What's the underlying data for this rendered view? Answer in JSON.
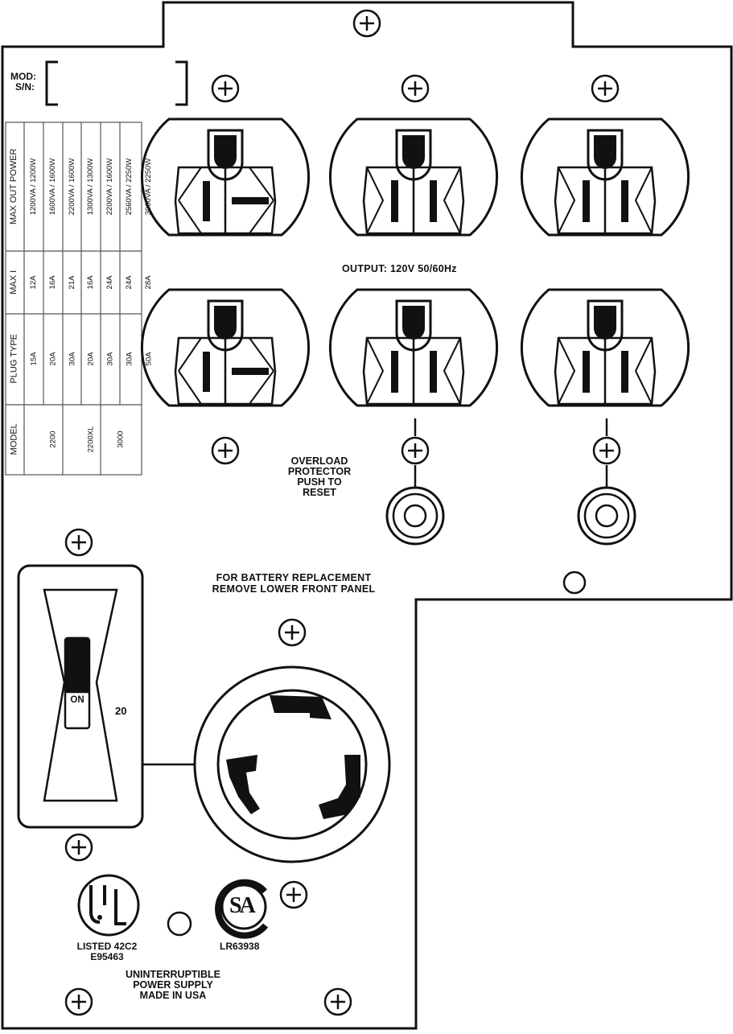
{
  "label_box": {
    "mod": "MOD:",
    "sn": "S/N:"
  },
  "spec_table": {
    "headers": [
      "MODEL",
      "PLUG TYPE",
      "MAX I",
      "MAX OUT POWER"
    ],
    "rows": [
      {
        "model": "2200",
        "plug": "15A",
        "max_i": "12A",
        "power": "1200VA / 1200W"
      },
      {
        "model": "",
        "plug": "20A",
        "max_i": "16A",
        "power": "1600VA / 1600W"
      },
      {
        "model": "",
        "plug": "30A",
        "max_i": "21A",
        "power": "2200VA / 1600W"
      },
      {
        "model": "2200XL",
        "plug": "20A",
        "max_i": "16A",
        "power": "1300VA / 1300W"
      },
      {
        "model": "",
        "plug": "30A",
        "max_i": "24A",
        "power": "2200VA / 1600W"
      },
      {
        "model": "3000",
        "plug": "30A",
        "max_i": "24A",
        "power": "2560VA / 2250W"
      },
      {
        "model": "",
        "plug": "50A",
        "max_i": "28A",
        "power": "3000VA / 2250W"
      }
    ]
  },
  "output_label": "OUTPUT: 120V 50/60Hz",
  "overload": {
    "line1": "OVERLOAD",
    "line2": "PROTECTOR",
    "line3": "PUSH TO",
    "line4": "RESET"
  },
  "battery_notice": {
    "line1": "FOR BATTERY REPLACEMENT",
    "line2": "REMOVE LOWER FRONT PANEL"
  },
  "breaker": {
    "on_label": "ON",
    "rating": "20"
  },
  "ul": {
    "mark": "UL",
    "line1": "LISTED 42C2",
    "line2": "E95463"
  },
  "csa": {
    "mark": "SA",
    "ref": "LR63938"
  },
  "product": {
    "line1": "UNINTERRUPTIBLE",
    "line2": "POWER SUPPLY",
    "line3": "MADE IN USA"
  },
  "icons": [
    "screw-icon",
    "duplex-outlet-icon",
    "twist-lock-receptacle-icon",
    "ul-logo-icon",
    "csa-logo-icon",
    "reset-button-icon",
    "breaker-switch-icon"
  ],
  "colors": {
    "ink": "#111111",
    "panel": "#ffffff"
  }
}
